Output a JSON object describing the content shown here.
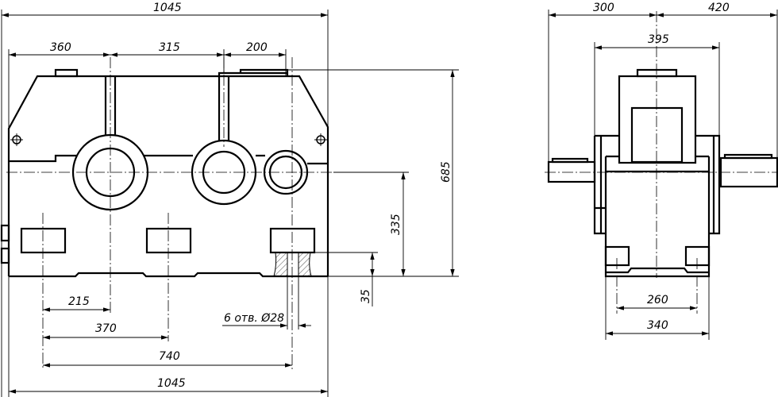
{
  "drawing": {
    "front_view": {
      "dim_overall_top": "1045",
      "dim_shaft_1": "360",
      "dim_shaft_2": "315",
      "dim_shaft_3": "200",
      "dim_height": "685",
      "dim_axis_height": "335",
      "dim_foot_thickness": "35",
      "dim_foot_1": "215",
      "dim_foot_2": "370",
      "dim_foot_3": "740",
      "dim_overall_bottom": "1045",
      "holes_note": "6 отв. Ø28"
    },
    "side_view": {
      "dim_left_shaft": "300",
      "dim_right_shaft": "420",
      "dim_width": "395",
      "dim_foot_holes": "260",
      "dim_base_width": "340"
    }
  }
}
